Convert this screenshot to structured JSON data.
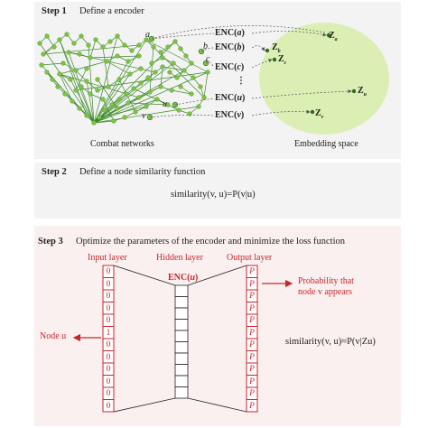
{
  "step1": {
    "label": "Step 1",
    "title": "Define a encoder",
    "network_caption": "Combat networks",
    "embedding_caption": "Embedding space",
    "node_labels": [
      "a",
      "b",
      "c",
      "u",
      "v"
    ],
    "enc_prefix": "ENC(",
    "enc_suffix": ")",
    "enc_rows": [
      {
        "node": "a",
        "target": "a"
      },
      {
        "node": "b",
        "target": "b"
      },
      {
        "node": "c",
        "target": "c"
      },
      {
        "node": "u",
        "target": "u"
      },
      {
        "node": "v",
        "target": "v"
      }
    ],
    "ellipsis": "⋮",
    "z_symbol": "Z",
    "colors": {
      "node": "#7ec242",
      "edge": "#3a8a2a",
      "embedding": "#dbefb4",
      "arrow": "#555555"
    }
  },
  "step2": {
    "label": "Step 2",
    "title": "Define a node similarity function",
    "formula": "similarity(v, u)=P(v|u)"
  },
  "step3": {
    "label": "Step 3",
    "title": "Optimize the parameters of the encoder and minimize the loss function",
    "input_layer": "Input layer",
    "hidden_layer": "Hidden layer",
    "output_layer": "Output layer",
    "input_values": [
      "0",
      "0",
      "0",
      "0",
      "0",
      "1",
      "0",
      "0",
      "0",
      "0",
      "0",
      "0"
    ],
    "output_values": [
      "P",
      "P",
      "P",
      "P",
      "P",
      "P",
      "P",
      "P",
      "P",
      "P",
      "P",
      "P"
    ],
    "hidden_cells": 10,
    "enc_label": "ENC(u)",
    "probability_label_line1": "Probability that",
    "probability_label_line2": "node v appears",
    "node_u_label": "Node u",
    "formula": "similarity(v, u)≈P(v|Zu)",
    "colors": {
      "accent": "#c8262c",
      "panel": "#fbf0f0"
    }
  }
}
